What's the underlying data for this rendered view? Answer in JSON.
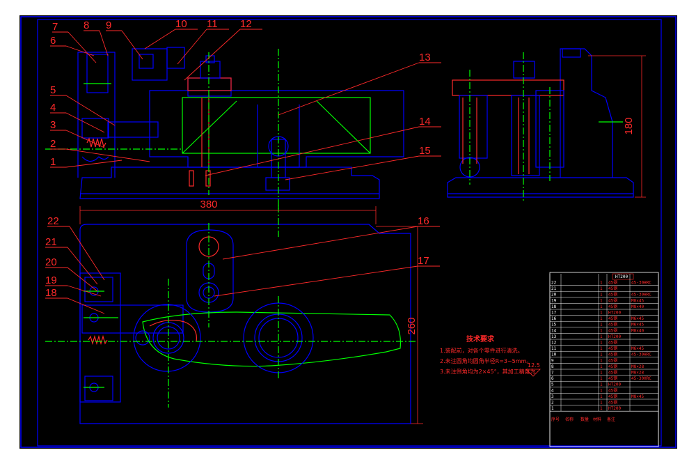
{
  "part_labels": [
    "1",
    "2",
    "3",
    "4",
    "5",
    "6",
    "7",
    "8",
    "9",
    "10",
    "11",
    "12",
    "13",
    "14",
    "15",
    "16",
    "17",
    "18",
    "19",
    "20",
    "21",
    "22"
  ],
  "dimensions": {
    "width": "380",
    "depth": "260",
    "height": "180",
    "roughness": "12.5"
  },
  "tech_notes": {
    "heading": "技术要求",
    "items": [
      "1.装配前，对各个零件进行清洗。",
      "2.未注圆角均圆角半径R=3~5mm。",
      "3.未注倒角均为2×45°，其加工精度为"
    ]
  },
  "table": {
    "top_material": "HT200",
    "rows": [
      [
        "22",
        "",
        "1",
        "45钢",
        "45-30HRC"
      ],
      [
        "21",
        "",
        "1",
        "45钢",
        ""
      ],
      [
        "20",
        "",
        "1",
        "45钢",
        "45-30HRC"
      ],
      [
        "19",
        "",
        "1",
        "45钢",
        "M8×45"
      ],
      [
        "18",
        "",
        "1",
        "45钢",
        "M8×40"
      ],
      [
        "17",
        "",
        "1",
        "HT200",
        ""
      ],
      [
        "16",
        "",
        "1",
        "45钢",
        "M6×45"
      ],
      [
        "15",
        "",
        "1",
        "45钢",
        "M6×45"
      ],
      [
        "14",
        "",
        "1",
        "45钢",
        "M8×40"
      ],
      [
        "13",
        "",
        "1",
        "HT200",
        ""
      ],
      [
        "12",
        "",
        "1",
        "45钢",
        ""
      ],
      [
        "11",
        "",
        "1",
        "45钢",
        "M6×45"
      ],
      [
        "10",
        "",
        "1",
        "45钢",
        "45-30HRC"
      ],
      [
        "9",
        "",
        "1",
        "45钢",
        ""
      ],
      [
        "8",
        "",
        "1",
        "45钢",
        "M8×28"
      ],
      [
        "7",
        "",
        "1",
        "45钢",
        "M8×28"
      ],
      [
        "6",
        "",
        "1",
        "45钢",
        "45-30HRC"
      ],
      [
        "5",
        "",
        "1",
        "HT200",
        ""
      ],
      [
        "4",
        "",
        "1",
        "45钢",
        ""
      ],
      [
        "3",
        "",
        "1",
        "45钢",
        "M8×45"
      ],
      [
        "2",
        "",
        "1",
        "45钢",
        ""
      ],
      [
        "1",
        "",
        "1",
        "HT200",
        ""
      ]
    ],
    "title_block": [
      "序号",
      "名称",
      "数量",
      "材料",
      "备注"
    ]
  }
}
